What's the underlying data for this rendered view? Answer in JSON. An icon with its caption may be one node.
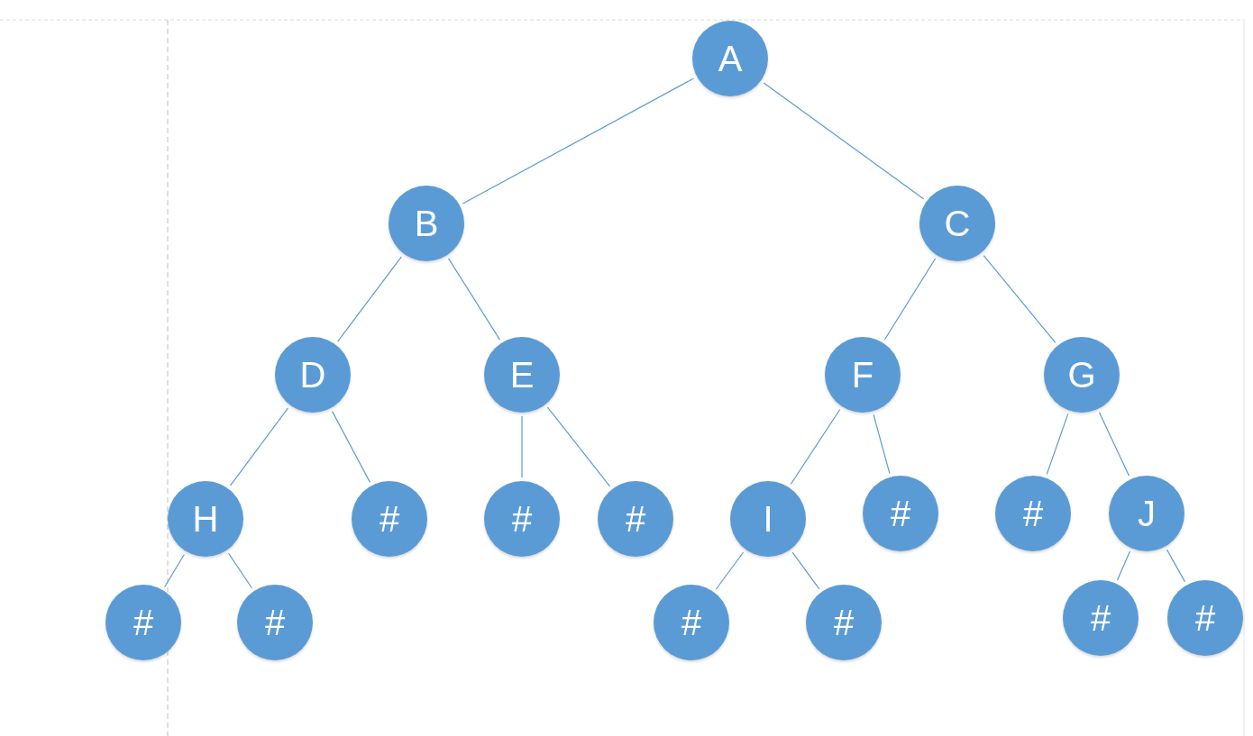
{
  "diagram": {
    "nodes": [
      {
        "text": [
          "A"
        ]
      },
      {
        "text": [
          "B"
        ]
      },
      {
        "text": [
          "C"
        ]
      },
      {
        "text": [
          "D"
        ]
      },
      {
        "text": [
          "E"
        ]
      },
      {
        "text": [
          "F"
        ]
      },
      {
        "text": [
          "G"
        ]
      },
      {
        "text": [
          "H"
        ]
      },
      {
        "text": [
          "#"
        ]
      },
      {
        "text": [
          "#"
        ]
      },
      {
        "text": [
          "#"
        ]
      },
      {
        "text": [
          "I"
        ]
      },
      {
        "text": [
          "#"
        ]
      },
      {
        "text": [
          "#"
        ]
      },
      {
        "text": [
          "J"
        ]
      },
      {
        "text": [
          "#"
        ]
      },
      {
        "text": [
          "#"
        ]
      },
      {
        "text": [
          "#"
        ]
      },
      {
        "text": [
          "#"
        ]
      },
      {
        "text": [
          "#"
        ]
      },
      {
        "text": [
          "#"
        ]
      }
    ],
    "edges": [
      {
        "from": 0,
        "to": 1,
        "arrow": "none"
      },
      {
        "from": 0,
        "to": 2,
        "arrow": "none"
      },
      {
        "from": 1,
        "to": 3,
        "arrow": "none"
      },
      {
        "from": 1,
        "to": 4,
        "arrow": "none"
      },
      {
        "from": 2,
        "to": 5,
        "arrow": "none"
      },
      {
        "from": 2,
        "to": 6,
        "arrow": "none"
      },
      {
        "from": 3,
        "to": 7,
        "arrow": "none"
      },
      {
        "from": 3,
        "to": 8,
        "arrow": "none"
      },
      {
        "from": 4,
        "to": 9,
        "arrow": "none"
      },
      {
        "from": 4,
        "to": 10,
        "arrow": "none"
      },
      {
        "from": 5,
        "to": 11,
        "arrow": "none"
      },
      {
        "from": 5,
        "to": 12,
        "arrow": "none"
      },
      {
        "from": 6,
        "to": 13,
        "arrow": "none"
      },
      {
        "from": 6,
        "to": 14,
        "arrow": "none"
      },
      {
        "from": 7,
        "to": 15,
        "arrow": "none"
      },
      {
        "from": 7,
        "to": 16,
        "arrow": "none"
      },
      {
        "from": 11,
        "to": 17,
        "arrow": "none"
      },
      {
        "from": 11,
        "to": 18,
        "arrow": "none"
      },
      {
        "from": 14,
        "to": 19,
        "arrow": "none"
      },
      {
        "from": 14,
        "to": 20,
        "arrow": "none"
      }
    ]
  }
}
